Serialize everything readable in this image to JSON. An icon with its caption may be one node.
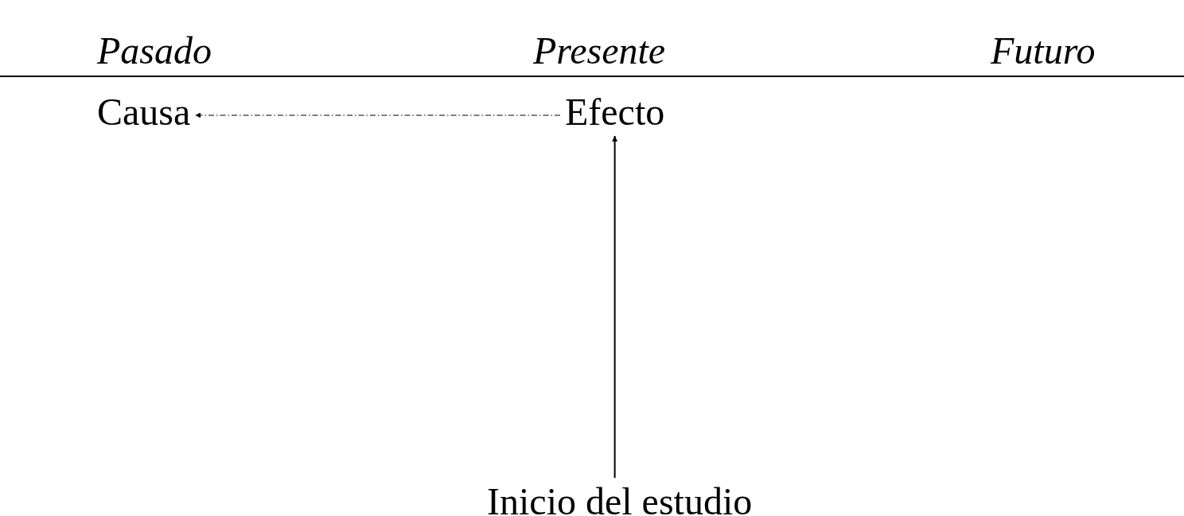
{
  "diagram": {
    "nodes": [
      {
        "text": [
          "Causa"
        ]
      },
      {
        "text": [
          "Efecto"
        ]
      },
      {
        "text": [
          "Inicio del estudio"
        ]
      }
    ],
    "edges": [
      {
        "from": 1,
        "to": 0,
        "arrow": "to",
        "style": "dashed"
      },
      {
        "from": 2,
        "to": 1,
        "arrow": "to"
      }
    ],
    "labels": [
      "Pasado",
      "Presente",
      "Futuro"
    ]
  }
}
